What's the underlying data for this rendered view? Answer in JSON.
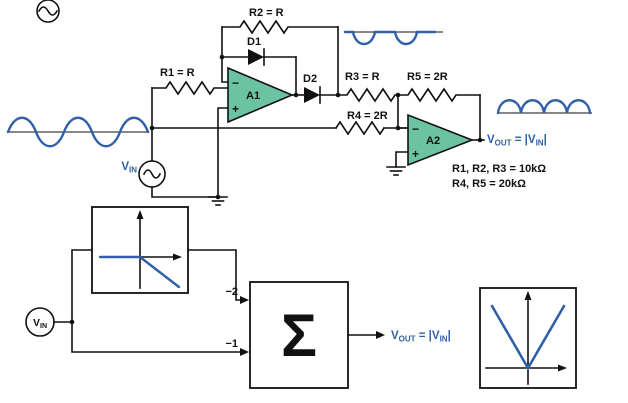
{
  "colors": {
    "accent_blue": "#3060A8",
    "opamp_fill": "#6CC3A1",
    "wire": "#111111"
  },
  "schematic": {
    "resistors": {
      "r1": "R1 = R",
      "r2": "R2 = R",
      "r3": "R3 = R",
      "r4": "R4 = 2R",
      "r5": "R5 = 2R"
    },
    "diodes": {
      "d1": "D1",
      "d2": "D2"
    },
    "opamps": {
      "a1": "A1",
      "a2": "A2",
      "minus": "−",
      "plus": "+"
    },
    "notes": {
      "line1": "R1, R2, R3 = 10kΩ",
      "line2": "R4, R5 = 20kΩ"
    }
  },
  "labels": {
    "vin": {
      "base": "V",
      "sub": "IN"
    },
    "vout": {
      "base": "V",
      "sub": "OUT",
      "mid": " = |V",
      "sub2": "IN",
      "end": "|"
    }
  },
  "block_diagram": {
    "gain_top": "−2",
    "gain_bottom": "−1",
    "sum": "Σ"
  }
}
